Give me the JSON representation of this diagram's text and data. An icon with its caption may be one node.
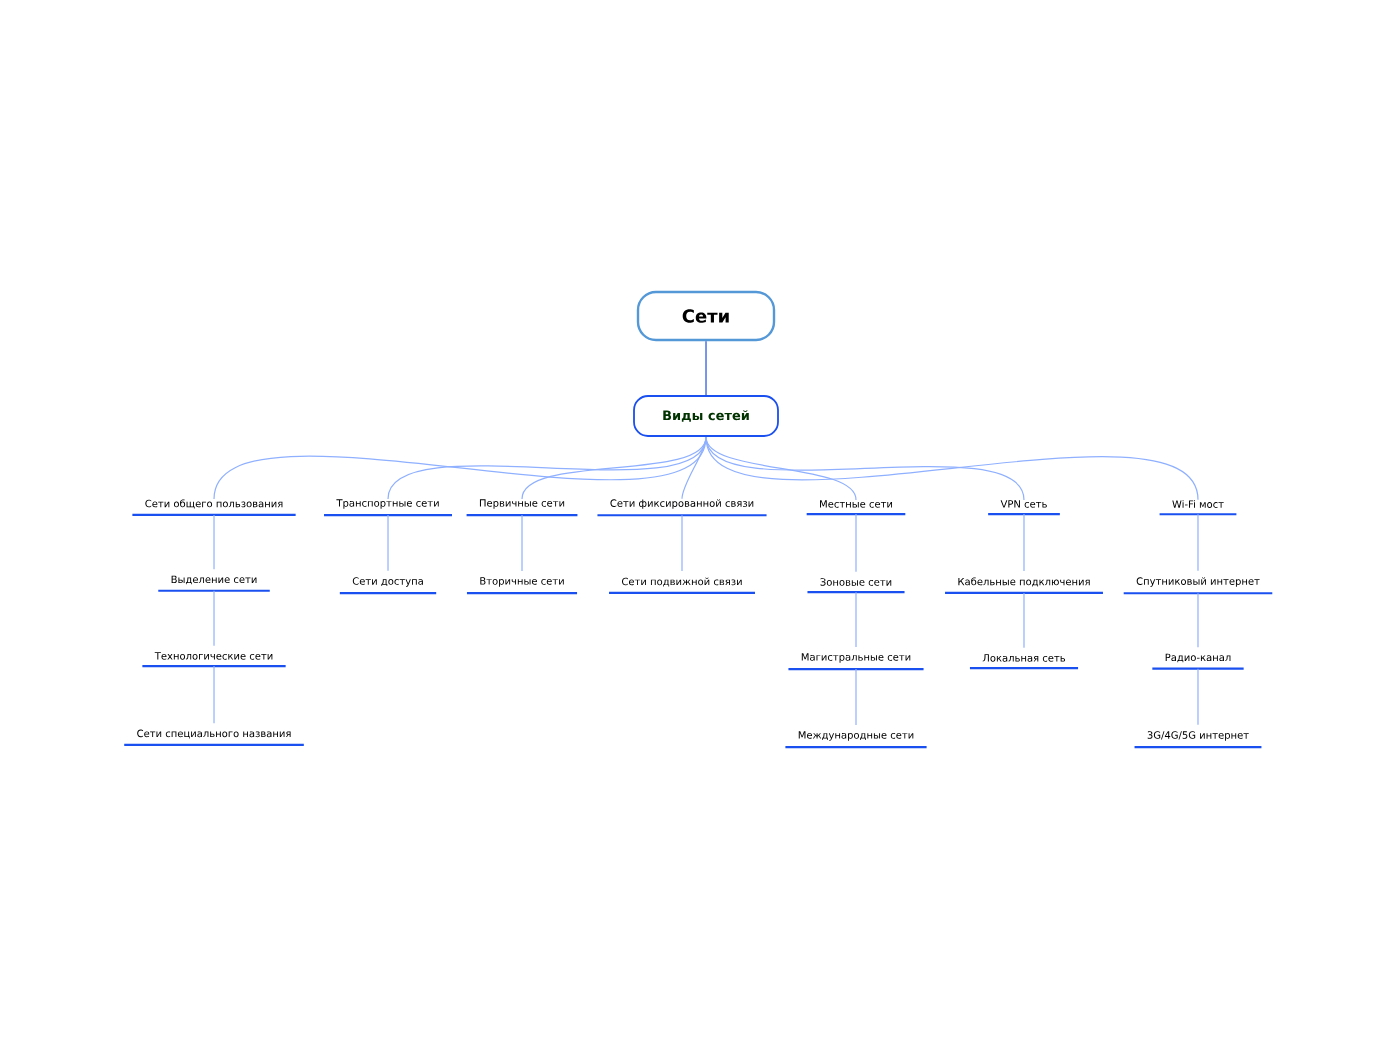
{
  "diagram": {
    "nodes": [
      {
        "text": [
          "Сети"
        ]
      },
      {
        "text": [
          "Виды сетей"
        ]
      },
      {
        "text": [
          "Сети общего пользования"
        ]
      },
      {
        "text": [
          "Транспортные сети"
        ]
      },
      {
        "text": [
          "Первичные сети"
        ]
      },
      {
        "text": [
          "Сети фиксированной связи"
        ]
      },
      {
        "text": [
          "Местные сети"
        ]
      },
      {
        "text": [
          "VPN сеть"
        ]
      },
      {
        "text": [
          "Wi-Fi мост"
        ]
      },
      {
        "text": [
          "Выделение сети"
        ]
      },
      {
        "text": [
          "Технологические сети"
        ]
      },
      {
        "text": [
          "Сети специального названия"
        ]
      },
      {
        "text": [
          "Сети доступа"
        ]
      },
      {
        "text": [
          "Вторичные сети"
        ]
      },
      {
        "text": [
          "Сети подвижной связи"
        ]
      },
      {
        "text": [
          "Зоновые сети"
        ]
      },
      {
        "text": [
          "Магистральные сети"
        ]
      },
      {
        "text": [
          "Международные сети"
        ]
      },
      {
        "text": [
          "Кабельные подключения"
        ]
      },
      {
        "text": [
          "Локальная сеть"
        ]
      },
      {
        "text": [
          "Спутниковый интернет"
        ]
      },
      {
        "text": [
          "Радио-канал"
        ]
      },
      {
        "text": [
          "3G/4G/5G интернет"
        ]
      }
    ],
    "edges": [
      {
        "from": 0,
        "to": 1,
        "arrow": "none",
        "color": "#1f4fe0"
      },
      {
        "from": 1,
        "to": 2,
        "arrow": "none"
      },
      {
        "from": 1,
        "to": 3,
        "arrow": "none"
      },
      {
        "from": 1,
        "to": 4,
        "arrow": "none"
      },
      {
        "from": 1,
        "to": 5,
        "arrow": "none"
      },
      {
        "from": 1,
        "to": 6,
        "arrow": "none"
      },
      {
        "from": 1,
        "to": 7,
        "arrow": "none"
      },
      {
        "from": 1,
        "to": 8,
        "arrow": "none"
      },
      {
        "from": 2,
        "to": 9,
        "arrow": "none"
      },
      {
        "from": 9,
        "to": 10,
        "arrow": "none"
      },
      {
        "from": 10,
        "to": 11,
        "arrow": "none"
      },
      {
        "from": 3,
        "to": 12,
        "arrow": "none"
      },
      {
        "from": 4,
        "to": 13,
        "arrow": "none"
      },
      {
        "from": 5,
        "to": 14,
        "arrow": "none"
      },
      {
        "from": 6,
        "to": 15,
        "arrow": "none"
      },
      {
        "from": 15,
        "to": 16,
        "arrow": "none"
      },
      {
        "from": 16,
        "to": 17,
        "arrow": "none"
      },
      {
        "from": 7,
        "to": 18,
        "arrow": "none"
      },
      {
        "from": 18,
        "to": 19,
        "arrow": "none"
      },
      {
        "from": 8,
        "to": 20,
        "arrow": "none"
      },
      {
        "from": 20,
        "to": 21,
        "arrow": "none"
      },
      {
        "from": 21,
        "to": 22,
        "arrow": "none"
      }
    ]
  }
}
